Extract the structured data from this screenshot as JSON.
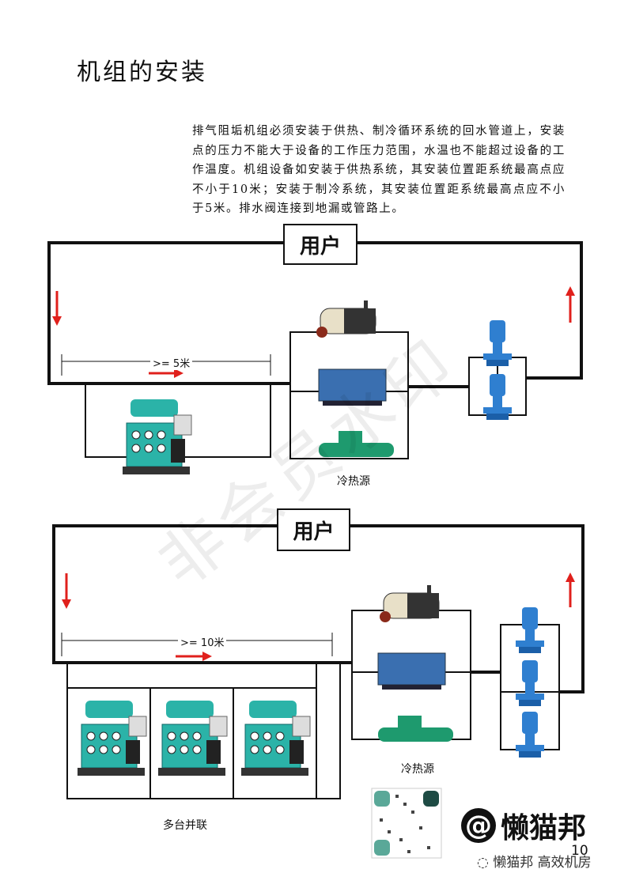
{
  "title": "机组的安装",
  "paragraph": "排气阻垢机组必须安装于供热、制冷循环系统的回水管道上，安装点的压力不能大于设备的工作压力范围，水温也不能超过设备的工作温度。机组设备如安装于供热系统，其安装位置距系统最高点应不小于10米；安装于制冷系统，其安装位置距系统最高点应不小于5米。排水阀连接到地漏或管路上。",
  "diagram1": {
    "user_label": "用户",
    "distance_label": ">= 5米",
    "source_label": "冷热源"
  },
  "diagram2": {
    "user_label": "用户",
    "distance_label": ">= 10米",
    "source_label": "冷热源",
    "parallel_label": "多台并联"
  },
  "watermark": "非会员水印",
  "brand": {
    "name": "懒猫邦",
    "at": "@"
  },
  "wechat_account": "懒猫邦 高效机房",
  "page_number": "10",
  "colors": {
    "arrow": "#e0201c",
    "line": "#111111",
    "unit": "#2bb3a8",
    "chiller": "#3a6fb0",
    "boiler": "#8a2a1a",
    "pump": "#2f7fd0"
  }
}
